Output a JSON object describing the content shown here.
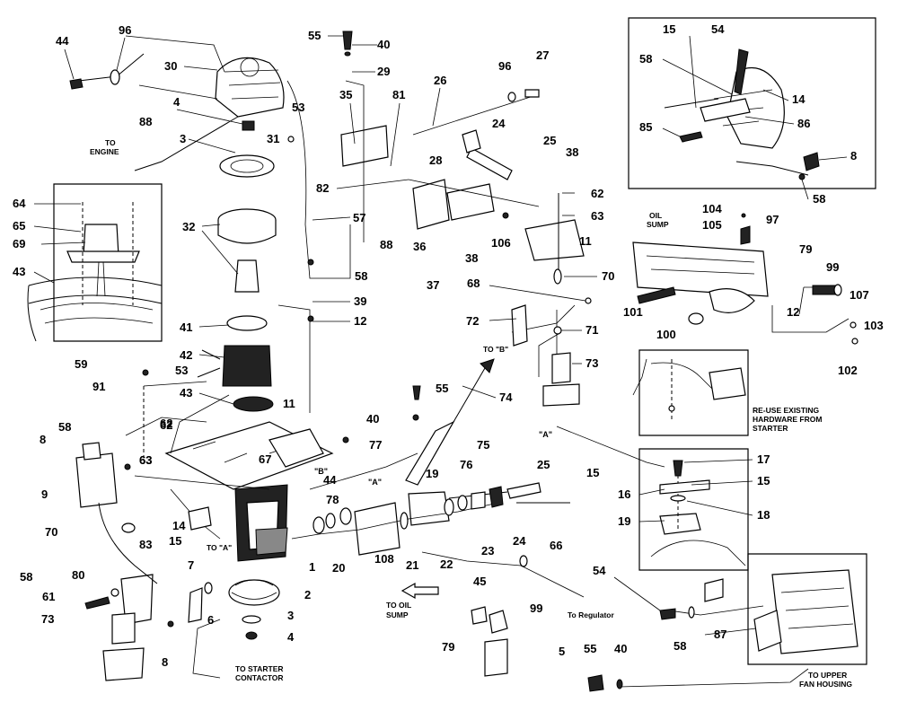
{
  "callouts": [
    {
      "id": "c44a",
      "text": "44"
    },
    {
      "id": "c96a",
      "text": "96"
    },
    {
      "id": "c55a",
      "text": "55"
    },
    {
      "id": "c40a",
      "text": "40"
    },
    {
      "id": "c30",
      "text": "30"
    },
    {
      "id": "c29",
      "text": "29"
    },
    {
      "id": "c96b",
      "text": "96"
    },
    {
      "id": "c27",
      "text": "27"
    },
    {
      "id": "c4a",
      "text": "4"
    },
    {
      "id": "c53a",
      "text": "53"
    },
    {
      "id": "c35",
      "text": "35"
    },
    {
      "id": "c81",
      "text": "81"
    },
    {
      "id": "c26",
      "text": "26"
    },
    {
      "id": "c24a",
      "text": "24"
    },
    {
      "id": "c88a",
      "text": "88"
    },
    {
      "id": "c3a",
      "text": "3"
    },
    {
      "id": "c31",
      "text": "31"
    },
    {
      "id": "c28",
      "text": "28"
    },
    {
      "id": "c25a",
      "text": "25"
    },
    {
      "id": "c38a",
      "text": "38"
    },
    {
      "id": "c82",
      "text": "82"
    },
    {
      "id": "c64",
      "text": "64"
    },
    {
      "id": "c65",
      "text": "65"
    },
    {
      "id": "c69",
      "text": "69"
    },
    {
      "id": "c43a",
      "text": "43"
    },
    {
      "id": "c32",
      "text": "32"
    },
    {
      "id": "c57",
      "text": "57"
    },
    {
      "id": "c88b",
      "text": "88"
    },
    {
      "id": "c36",
      "text": "36"
    },
    {
      "id": "c37",
      "text": "37"
    },
    {
      "id": "c38b",
      "text": "38"
    },
    {
      "id": "c106",
      "text": "106"
    },
    {
      "id": "c58a",
      "text": "58"
    },
    {
      "id": "c39",
      "text": "39"
    },
    {
      "id": "c12a",
      "text": "12"
    },
    {
      "id": "c41",
      "text": "41"
    },
    {
      "id": "c42",
      "text": "42"
    },
    {
      "id": "c59",
      "text": "59"
    },
    {
      "id": "c53b",
      "text": "53"
    },
    {
      "id": "c91",
      "text": "91"
    },
    {
      "id": "c43b",
      "text": "43"
    },
    {
      "id": "c11a",
      "text": "11"
    },
    {
      "id": "c62a",
      "text": "62"
    },
    {
      "id": "c63a",
      "text": "63"
    },
    {
      "id": "c11b",
      "text": "11"
    },
    {
      "id": "c70a",
      "text": "70"
    },
    {
      "id": "c68",
      "text": "68"
    },
    {
      "id": "c72",
      "text": "72"
    },
    {
      "id": "c71",
      "text": "71"
    },
    {
      "id": "c73a",
      "text": "73"
    },
    {
      "id": "c55b",
      "text": "55"
    },
    {
      "id": "c74",
      "text": "74"
    },
    {
      "id": "c40b",
      "text": "40"
    },
    {
      "id": "c75",
      "text": "75"
    },
    {
      "id": "c77",
      "text": "77"
    },
    {
      "id": "c76",
      "text": "76"
    },
    {
      "id": "c8a",
      "text": "8"
    },
    {
      "id": "c58b",
      "text": "58"
    },
    {
      "id": "c62b",
      "text": "62"
    },
    {
      "id": "c63b",
      "text": "63"
    },
    {
      "id": "c9",
      "text": "9"
    },
    {
      "id": "c44b",
      "text": "44"
    },
    {
      "id": "c67",
      "text": "67"
    },
    {
      "id": "c78",
      "text": "78"
    },
    {
      "id": "c19a",
      "text": "19"
    },
    {
      "id": "c25b",
      "text": "25"
    },
    {
      "id": "c70b",
      "text": "70"
    },
    {
      "id": "c14a",
      "text": "14"
    },
    {
      "id": "c15a",
      "text": "15"
    },
    {
      "id": "c83",
      "text": "83"
    },
    {
      "id": "c20",
      "text": "20"
    },
    {
      "id": "c108",
      "text": "108"
    },
    {
      "id": "c21",
      "text": "21"
    },
    {
      "id": "c22",
      "text": "22"
    },
    {
      "id": "c23",
      "text": "23"
    },
    {
      "id": "c24b",
      "text": "24"
    },
    {
      "id": "c66",
      "text": "66"
    },
    {
      "id": "c1",
      "text": "1"
    },
    {
      "id": "c80",
      "text": "80"
    },
    {
      "id": "c58c",
      "text": "58"
    },
    {
      "id": "c61",
      "text": "61"
    },
    {
      "id": "c7",
      "text": "7"
    },
    {
      "id": "c6",
      "text": "6"
    },
    {
      "id": "c2",
      "text": "2"
    },
    {
      "id": "c3b",
      "text": "3"
    },
    {
      "id": "c4b",
      "text": "4"
    },
    {
      "id": "c73b",
      "text": "73"
    },
    {
      "id": "c8b",
      "text": "8"
    },
    {
      "id": "c45",
      "text": "45"
    },
    {
      "id": "c79a",
      "text": "79"
    },
    {
      "id": "c99a",
      "text": "99"
    },
    {
      "id": "c5",
      "text": "5"
    },
    {
      "id": "c15b",
      "text": "15"
    },
    {
      "id": "c54a",
      "text": "54"
    },
    {
      "id": "c58d",
      "text": "58"
    },
    {
      "id": "c14b",
      "text": "14"
    },
    {
      "id": "c86",
      "text": "86"
    },
    {
      "id": "c85",
      "text": "85"
    },
    {
      "id": "c8c",
      "text": "8"
    },
    {
      "id": "c58e",
      "text": "58"
    },
    {
      "id": "c62c",
      "text": "62"
    },
    {
      "id": "c63c",
      "text": "63"
    },
    {
      "id": "c104",
      "text": "104"
    },
    {
      "id": "c105",
      "text": "105"
    },
    {
      "id": "c97",
      "text": "97"
    },
    {
      "id": "c79b",
      "text": "79"
    },
    {
      "id": "c99b",
      "text": "99"
    },
    {
      "id": "c107",
      "text": "107"
    },
    {
      "id": "c12b",
      "text": "12"
    },
    {
      "id": "c101",
      "text": "101"
    },
    {
      "id": "c100",
      "text": "100"
    },
    {
      "id": "c103",
      "text": "103"
    },
    {
      "id": "c102",
      "text": "102"
    },
    {
      "id": "c17",
      "text": "17"
    },
    {
      "id": "c15c",
      "text": "15"
    },
    {
      "id": "c16",
      "text": "16"
    },
    {
      "id": "c15d",
      "text": "15"
    },
    {
      "id": "c18",
      "text": "18"
    },
    {
      "id": "c19b",
      "text": "19"
    },
    {
      "id": "c54b",
      "text": "54"
    },
    {
      "id": "c58f",
      "text": "58"
    },
    {
      "id": "c87",
      "text": "87"
    },
    {
      "id": "c55c",
      "text": "55"
    },
    {
      "id": "c40c",
      "text": "40"
    }
  ],
  "captions": {
    "to_engine": [
      "TO",
      "ENGINE"
    ],
    "oil_sump": [
      "OIL",
      "SUMP"
    ],
    "reuse": [
      "RE-USE EXISTING",
      "HARDWARE FROM",
      "STARTER"
    ],
    "to_b": "TO \"B\"",
    "to_a": "TO \"A\"",
    "to_oil_sump": [
      "TO OIL",
      "SUMP"
    ],
    "to_regulator": "To Regulator",
    "to_starter_contactor": [
      "TO STARTER",
      "CONTACTOR"
    ],
    "to_upper_fan_housing": [
      "TO UPPER",
      "FAN HOUSING"
    ]
  },
  "refs": {
    "a1": "\"A\"",
    "a2": "\"A\"",
    "b1": "\"B\""
  }
}
